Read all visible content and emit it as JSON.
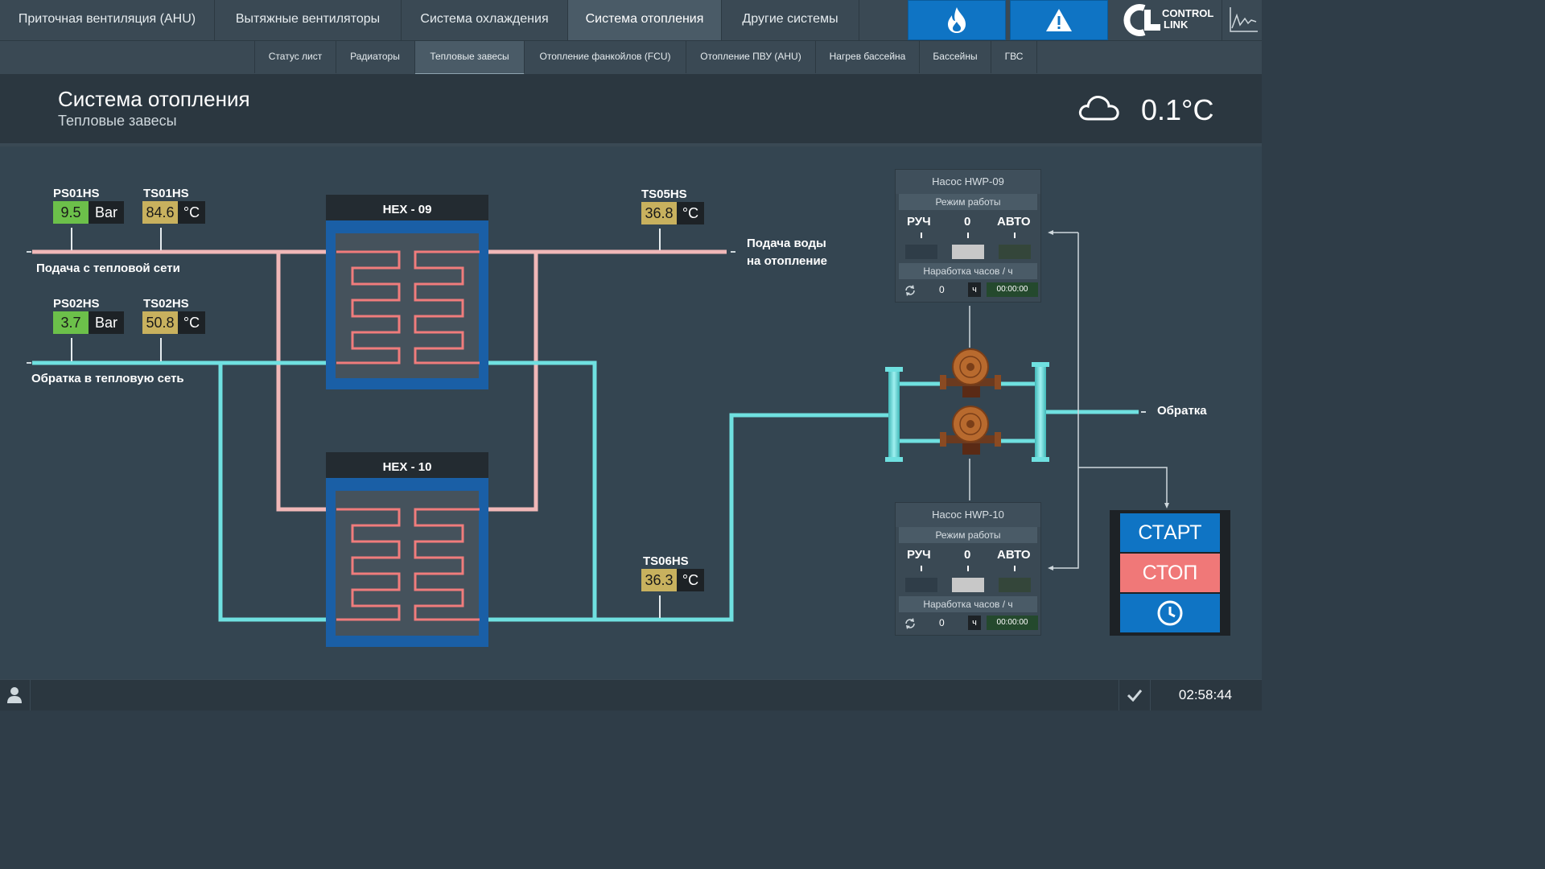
{
  "nav": {
    "tabs": [
      {
        "label": "Приточная вентиляция (AHU)"
      },
      {
        "label": "Вытяжные вентиляторы"
      },
      {
        "label": "Система охлаждения"
      },
      {
        "label": "Система отопления"
      },
      {
        "label": "Другие системы"
      }
    ],
    "logo_line1": "CONTROL",
    "logo_line2": "LINK"
  },
  "subnav": {
    "tabs": [
      {
        "label": "Статус лист"
      },
      {
        "label": "Радиаторы"
      },
      {
        "label": "Тепловые завесы"
      },
      {
        "label": "Отопление фанкойлов (FCU)"
      },
      {
        "label": "Отопление ПВУ (AHU)"
      },
      {
        "label": "Нагрев бассейна"
      },
      {
        "label": "Бассейны"
      },
      {
        "label": "ГВС"
      }
    ]
  },
  "header": {
    "title": "Система отопления",
    "subtitle": "Тепловые завесы",
    "outdoor_temp": "0.1°C"
  },
  "sensors": {
    "ps01": {
      "tag": "PS01HS",
      "value": "9.5",
      "unit": "Bar"
    },
    "ts01": {
      "tag": "TS01HS",
      "value": "84.6",
      "unit": "°C"
    },
    "ps02": {
      "tag": "PS02HS",
      "value": "3.7",
      "unit": "Bar"
    },
    "ts02": {
      "tag": "TS02HS",
      "value": "50.8",
      "unit": "°C"
    },
    "ts05": {
      "tag": "TS05HS",
      "value": "36.8",
      "unit": "°C"
    },
    "ts06": {
      "tag": "TS06HS",
      "value": "36.3",
      "unit": "°C"
    }
  },
  "labels": {
    "supply_from_network": "Подача с тепловой сети",
    "return_to_network": "Обратка в тепловую сеть",
    "supply_heating_1": "Подача воды",
    "supply_heating_2": "на отопление",
    "return": "Обратка"
  },
  "hex": {
    "hex09": "HEX - 09",
    "hex10": "HEX - 10"
  },
  "pumps": {
    "p09": {
      "title": "Насос HWP-09",
      "mode_label": "Режим работы",
      "manual": "РУЧ",
      "zero": "0",
      "auto": "АВТО",
      "hours_label": "Наработка часов / ч",
      "count": "0",
      "hour_unit": "ч",
      "time": "00:00:00"
    },
    "p10": {
      "title": "Насос HWP-10",
      "mode_label": "Режим работы",
      "manual": "РУЧ",
      "zero": "0",
      "auto": "АВТО",
      "hours_label": "Наработка часов / ч",
      "count": "0",
      "hour_unit": "ч",
      "time": "00:00:00"
    }
  },
  "controls": {
    "start": "СТАРТ",
    "stop": "СТОП"
  },
  "status": {
    "clock": "02:58:44"
  },
  "colors": {
    "supply_pipe": "#f0b8b8",
    "return_pipe": "#6fe0e0",
    "sensor_green": "#6cc04a",
    "sensor_yellow": "#c8b15e",
    "accent_blue": "#0f74c4",
    "stop_red": "#f07878"
  }
}
